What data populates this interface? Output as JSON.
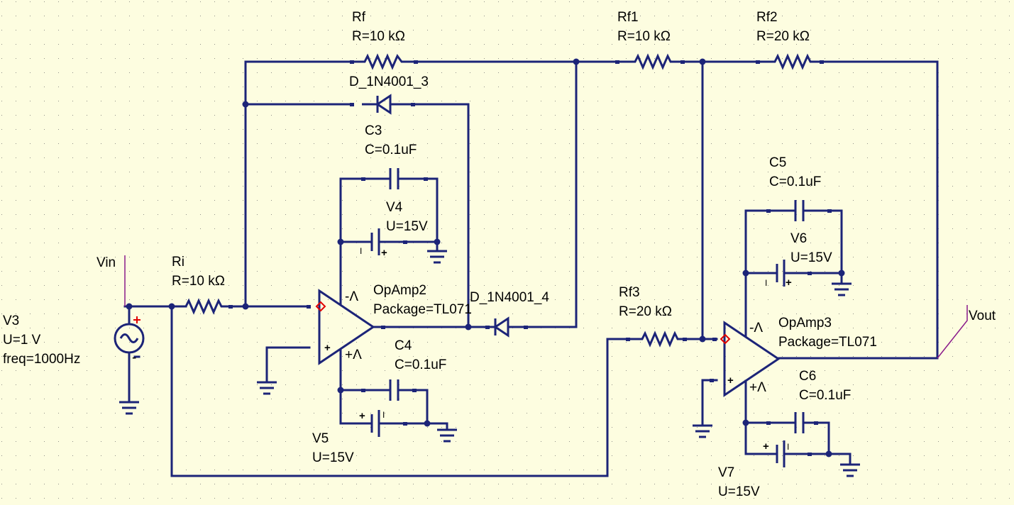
{
  "colors": {
    "background": "#fdfde0",
    "wire": "#1c2478",
    "polarity": "#e00000",
    "label_flag": "#8a1a8a"
  },
  "labels": {
    "vin": "Vin",
    "vout": "Vout"
  },
  "components": {
    "v3": {
      "name": "V3",
      "value": "U=1 V",
      "freq": "freq=1000Hz"
    },
    "ri": {
      "name": "Ri",
      "value": "R=10 kΩ"
    },
    "rf": {
      "name": "Rf",
      "value": "R=10 kΩ"
    },
    "rf1": {
      "name": "Rf1",
      "value": "R=10 kΩ"
    },
    "rf2": {
      "name": "Rf2",
      "value": "R=20 kΩ"
    },
    "rf3": {
      "name": "Rf3",
      "value": "R=20 kΩ"
    },
    "d3": {
      "name": "D_1N4001_3"
    },
    "d4": {
      "name": "D_1N4001_4"
    },
    "c3": {
      "name": "C3",
      "value": "C=0.1uF"
    },
    "c4": {
      "name": "C4",
      "value": "C=0.1uF"
    },
    "c5": {
      "name": "C5",
      "value": "C=0.1uF"
    },
    "c6": {
      "name": "C6",
      "value": "C=0.1uF"
    },
    "v4": {
      "name": "V4",
      "value": "U=15V"
    },
    "v5": {
      "name": "V5",
      "value": "U=15V"
    },
    "v6": {
      "name": "V6",
      "value": "U=15V"
    },
    "v7": {
      "name": "V7",
      "value": "U=15V"
    },
    "opamp2": {
      "name": "OpAmp2",
      "package": "Package=TL071"
    },
    "opamp3": {
      "name": "OpAmp3",
      "package": "Package=TL071"
    }
  },
  "pins": {
    "minus_supply": "-Λ",
    "plus_supply": "+Λ",
    "plus": "+",
    "minus": "-",
    "cell_mark": "I"
  }
}
